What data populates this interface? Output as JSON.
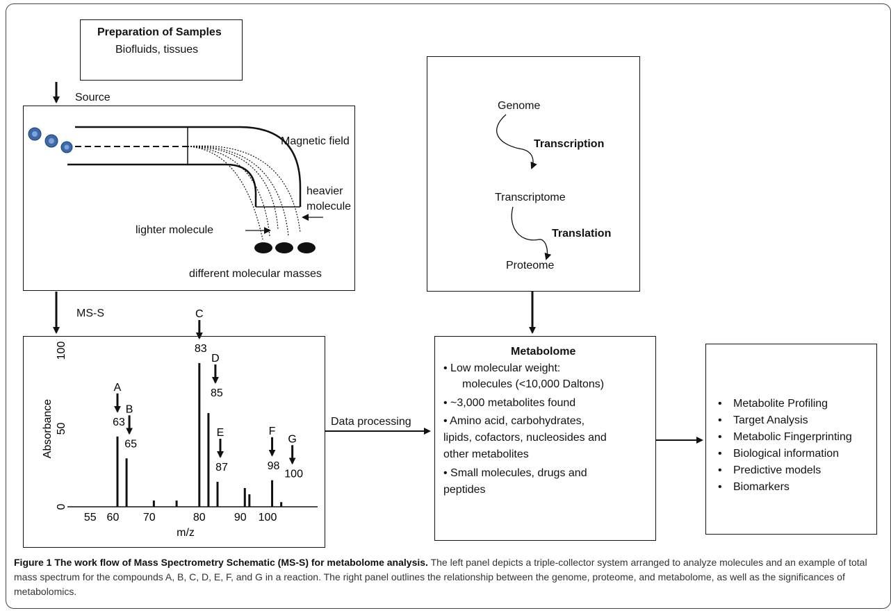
{
  "prep_box": {
    "title": "Preparation of Samples",
    "subtitle": "Biofluids, tissues"
  },
  "arrow_labels": {
    "source": "Source",
    "ms_s": "MS-S",
    "data_processing": "Data  processing"
  },
  "magnet": {
    "magnetic_field": "Magnetic field",
    "heavier_1": "heavier",
    "heavier_2": "molecule",
    "lighter": "lighter molecule",
    "masses": "different molecular masses"
  },
  "omics": {
    "genome": "Genome",
    "transcription": "Transcription",
    "transcriptome": "Transcriptome",
    "translation": "Translation",
    "proteome": "Proteome"
  },
  "metabolome": {
    "title": "Metabolome",
    "lines": [
      "• Low molecular weight:",
      "molecules (<10,000 Daltons)",
      "• ~3,000 metabolites found",
      "• Amino acid, carbohydrates,",
      "lipids, cofactors, nucleosides and",
      "other metabolites",
      "• Small molecules, drugs and",
      "peptides"
    ]
  },
  "applications": [
    "Metabolite Profiling",
    "Target Analysis",
    "Metabolic Fingerprinting",
    "Biological information",
    "Predictive models",
    "Biomarkers"
  ],
  "chart_data": {
    "type": "bar",
    "xlabel": "m/z",
    "ylabel": "Absorbance",
    "x_ticks": [
      "55",
      "60",
      "70",
      "80",
      "90",
      "100"
    ],
    "y_ticks": [
      "0",
      "50",
      "100"
    ],
    "xlim": [
      50,
      105
    ],
    "ylim": [
      0,
      100
    ],
    "bars": [
      {
        "x": 61,
        "y": 45
      },
      {
        "x": 63,
        "y": 31
      },
      {
        "x": 69,
        "y": 4
      },
      {
        "x": 74,
        "y": 4
      },
      {
        "x": 79,
        "y": 92
      },
      {
        "x": 81,
        "y": 60
      },
      {
        "x": 83,
        "y": 16
      },
      {
        "x": 89,
        "y": 12
      },
      {
        "x": 90,
        "y": 8
      },
      {
        "x": 95,
        "y": 17
      },
      {
        "x": 97,
        "y": 3
      }
    ],
    "annotations": [
      {
        "letter": "A",
        "value": "63",
        "x": 61
      },
      {
        "letter": "B",
        "value": "65",
        "x": 63
      },
      {
        "letter": "C",
        "value": "83",
        "x": 79
      },
      {
        "letter": "D",
        "value": "85",
        "x": 81
      },
      {
        "letter": "E",
        "value": "87",
        "x": 83
      },
      {
        "letter": "F",
        "value": "98",
        "x": 95
      },
      {
        "letter": "G",
        "value": "100",
        "x": 97
      }
    ]
  },
  "caption": {
    "bold": "Figure 1 The work flow of Mass Spectrometry Schematic (MS-S) for metabolome analysis.",
    "text": " The left panel depicts a triple-collector system arranged to analyze molecules and an example of total mass spectrum for the compounds A, B, C, D, E, F, and G in a reaction. The right panel outlines the relationship between the genome, proteome, and metabolome, as well as the significances of metabolomics."
  }
}
